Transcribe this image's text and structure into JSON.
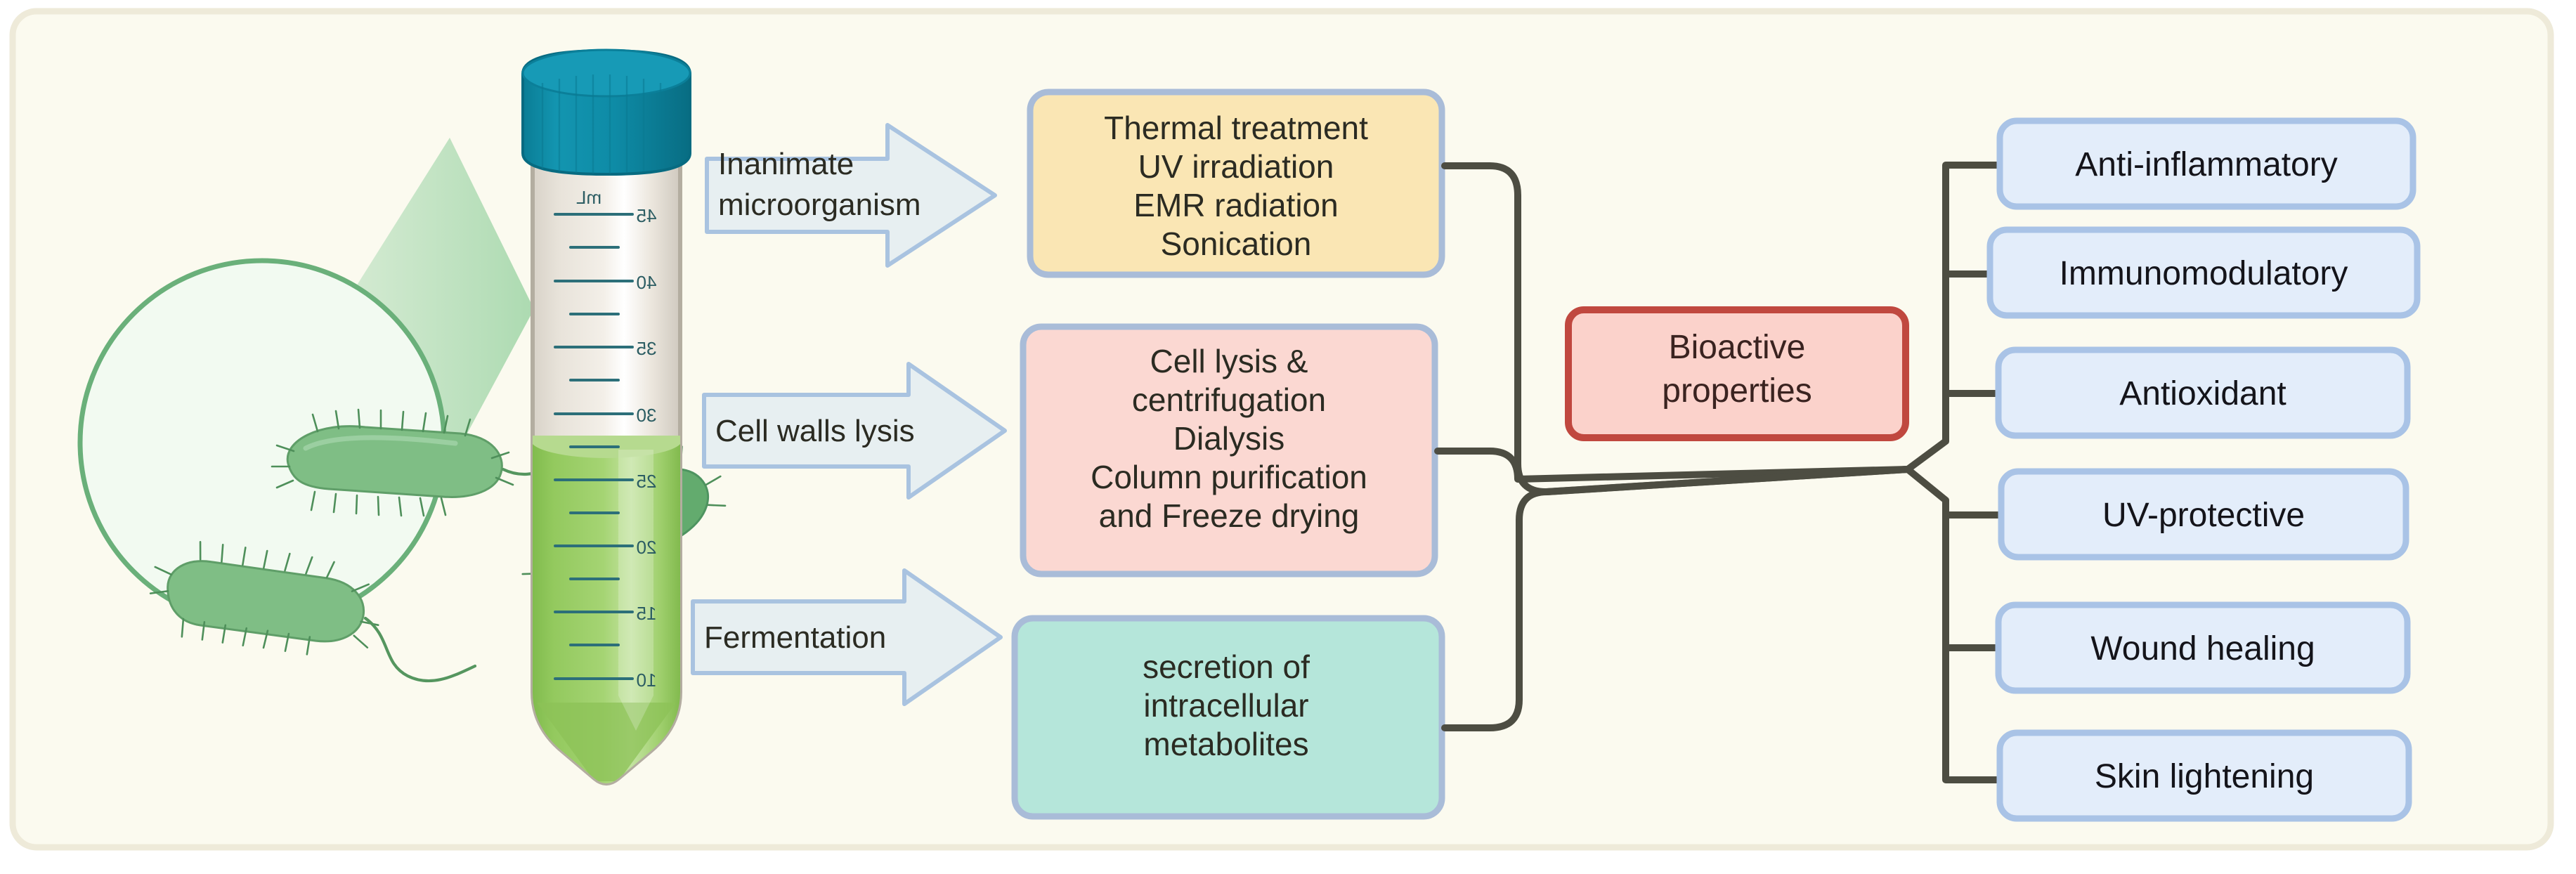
{
  "figure": {
    "name": "microbial-bioactive-compounds-workflow",
    "frame_color": "#eeead9",
    "background_color": "#fbfaef"
  },
  "source": {
    "magnifier_label": "bacteria-culture",
    "organisms": [
      "bacillus-rod-1",
      "bacillus-rod-2",
      "bacillus-rod-3"
    ],
    "tube": {
      "name": "conical-centrifuge-tube",
      "cap_color": "#0e8ba6",
      "liquid_color": "#8cc257",
      "unit_label": "mL",
      "tick_labels": [
        "45",
        "40",
        "35",
        "30",
        "25",
        "20",
        "15",
        "10"
      ],
      "fill_level_ml": 27
    }
  },
  "arrows": [
    {
      "name": "arrow-inanimate-microorganism",
      "label_line1": "Inanimate",
      "label_line2": "microorganism"
    },
    {
      "name": "arrow-cell-walls-lysis",
      "label_line1": "Cell walls lysis",
      "label_line2": ""
    },
    {
      "name": "arrow-fermentation",
      "label_line1": "Fermentation",
      "label_line2": ""
    }
  ],
  "process_boxes": [
    {
      "name": "process-box-inactivation",
      "fill": "#fae6b4",
      "stroke": "#a9bcd8",
      "lines": [
        "Thermal treatment",
        "UV irradiation",
        "EMR radiation",
        "Sonication"
      ]
    },
    {
      "name": "process-box-extraction",
      "fill": "#fbd8d2",
      "stroke": "#a9bcd8",
      "lines": [
        "Cell lysis &",
        "centrifugation",
        "Dialysis",
        "Column purification",
        "and Freeze drying"
      ]
    },
    {
      "name": "process-box-secretion",
      "fill": "#b5e6da",
      "stroke": "#a9bcd8",
      "lines": [
        "secretion of",
        "intracellular",
        "metabolites"
      ]
    }
  ],
  "central_node": {
    "name": "bioactive-properties-node",
    "fill": "#fbd2cb",
    "stroke": "#c0483f",
    "lines": [
      "Bioactive",
      "properties"
    ]
  },
  "results": [
    {
      "name": "result-anti-inflammatory",
      "label": "Anti-inflammatory"
    },
    {
      "name": "result-immunomodulatory",
      "label": "Immunomodulatory"
    },
    {
      "name": "result-antioxidant",
      "label": "Antioxidant"
    },
    {
      "name": "result-uv-protective",
      "label": "UV-protective"
    },
    {
      "name": "result-wound-healing",
      "label": "Wound healing"
    },
    {
      "name": "result-skin-lightening",
      "label": "Skin lightening"
    }
  ],
  "result_style": {
    "fill": "#e3edfa",
    "stroke": "#a9c3e6"
  },
  "connector_color": "#4d4d42"
}
